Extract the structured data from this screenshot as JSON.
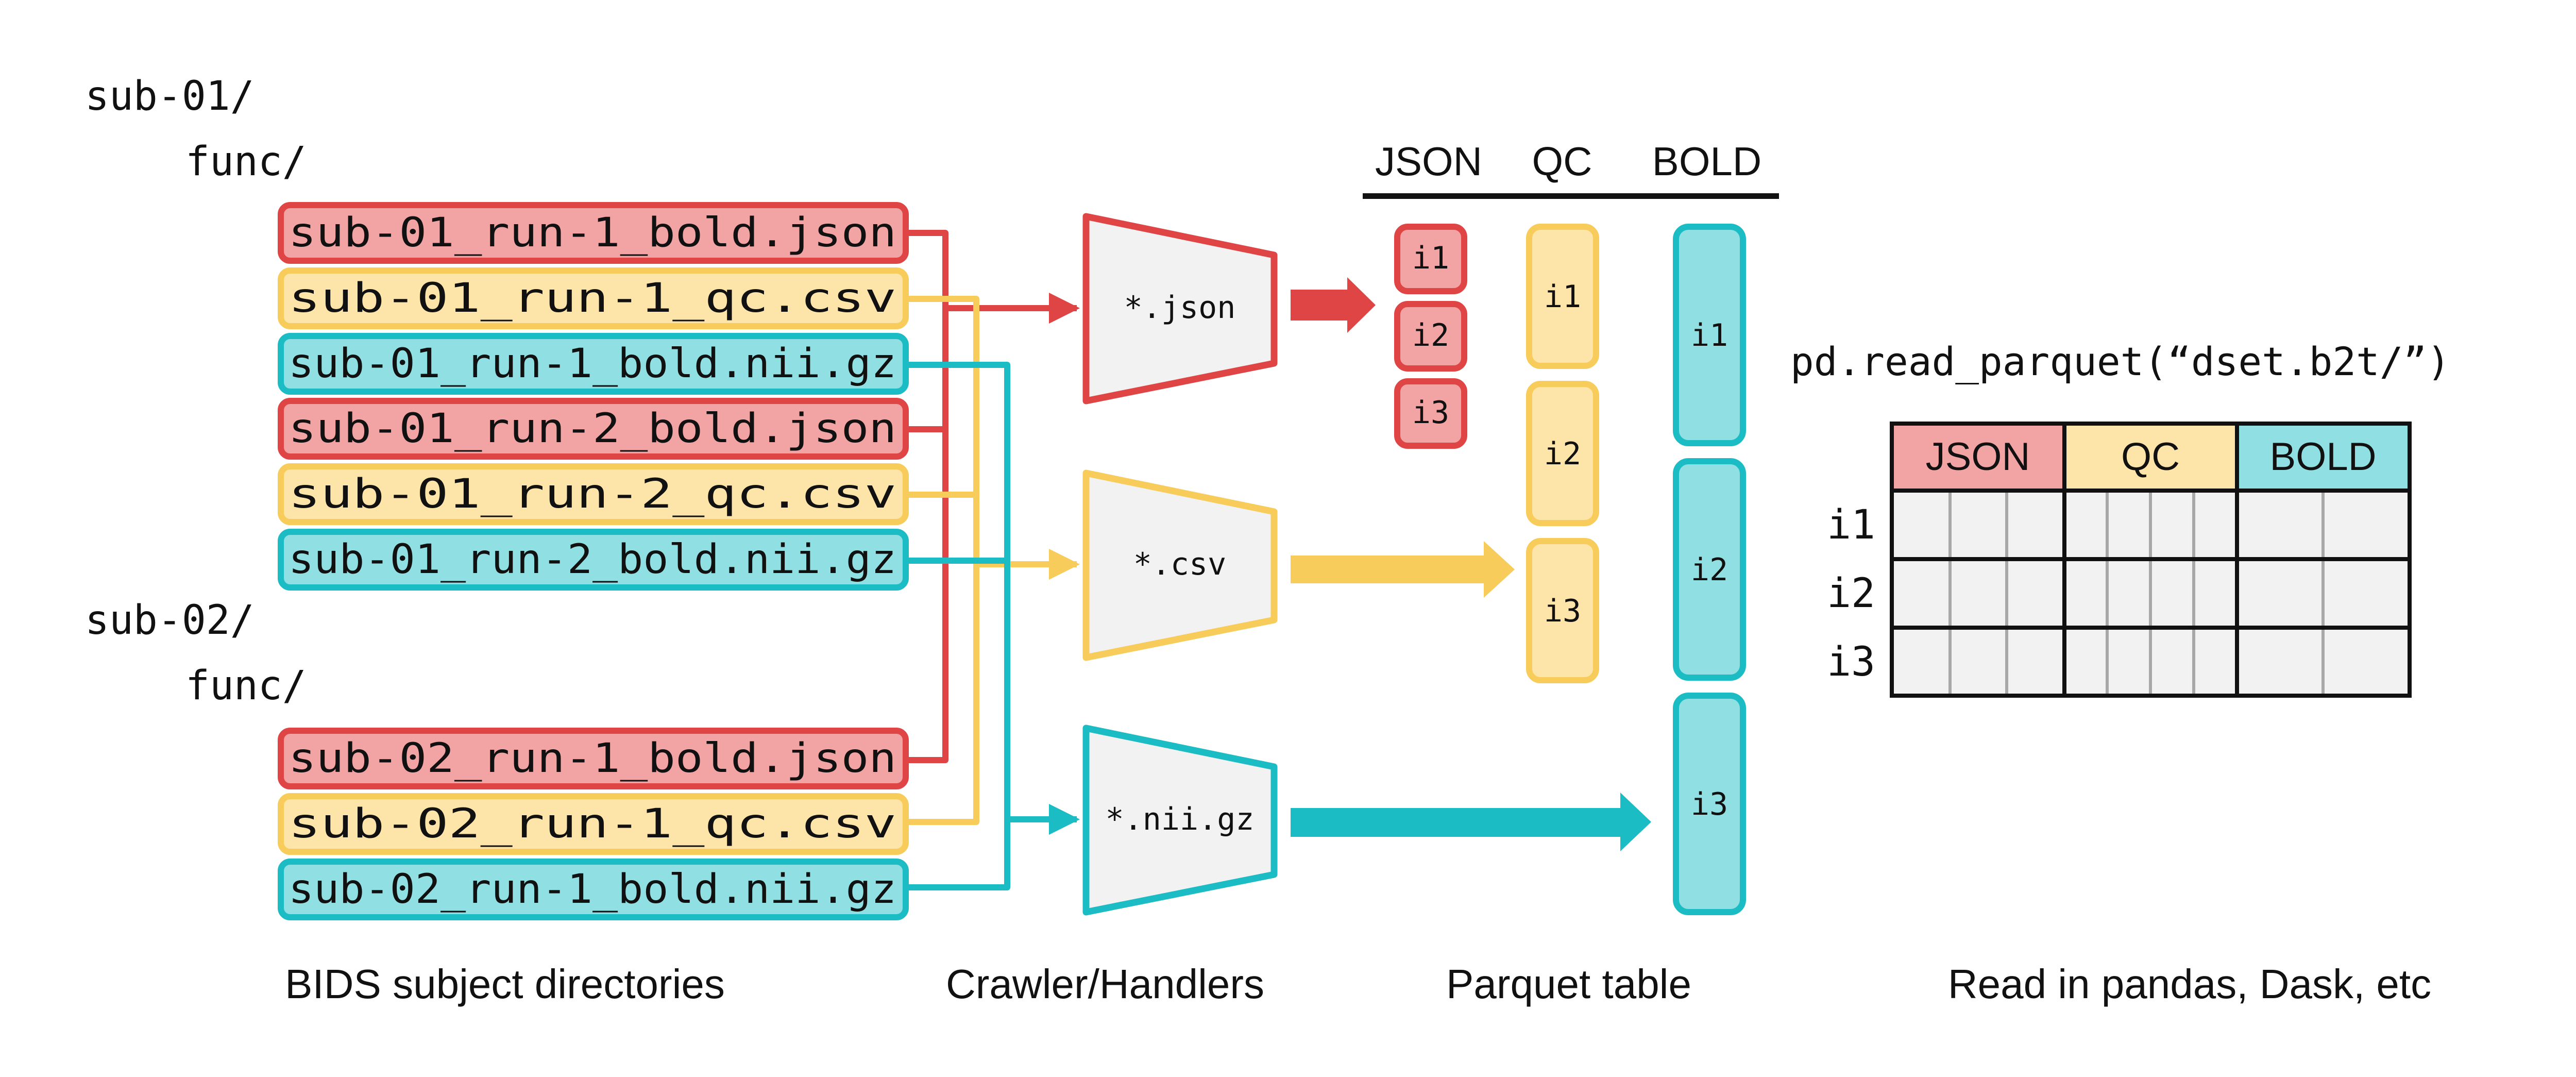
{
  "directories": {
    "sub01": "sub-01/",
    "sub01_func": "func/",
    "sub02": "sub-02/",
    "sub02_func": "func/"
  },
  "files": [
    {
      "name": "sub-01_run-1_bold.json",
      "kind": "json"
    },
    {
      "name": "sub-01_run-1_qc.csv",
      "kind": "csv"
    },
    {
      "name": "sub-01_run-1_bold.nii.gz",
      "kind": "nii"
    },
    {
      "name": "sub-01_run-2_bold.json",
      "kind": "json"
    },
    {
      "name": "sub-01_run-2_qc.csv",
      "kind": "csv"
    },
    {
      "name": "sub-01_run-2_bold.nii.gz",
      "kind": "nii"
    },
    {
      "name": "sub-02_run-1_bold.json",
      "kind": "json"
    },
    {
      "name": "sub-02_run-1_qc.csv",
      "kind": "csv"
    },
    {
      "name": "sub-02_run-1_bold.nii.gz",
      "kind": "nii"
    }
  ],
  "handlers": {
    "json": "*.json",
    "csv": "*.csv",
    "nii": "*.nii.gz"
  },
  "parquet": {
    "headers": {
      "json": "JSON",
      "qc": "QC",
      "bold": "BOLD"
    },
    "rows": [
      "i1",
      "i2",
      "i3"
    ]
  },
  "pandas": {
    "code": "pd.read_parquet(“dset.b2t/”)",
    "headers": {
      "json": "JSON",
      "qc": "QC",
      "bold": "BOLD"
    },
    "rows": [
      "i1",
      "i2",
      "i3"
    ]
  },
  "captions": {
    "bids": "BIDS subject directories",
    "crawler": "Crawler/Handlers",
    "parquet": "Parquet table",
    "read": "Read in pandas, Dask, etc"
  },
  "colors": {
    "json_stroke": "#e04545",
    "json_fill": "#f2a3a3",
    "csv_stroke": "#f8cc5a",
    "csv_fill": "#fde4a8",
    "nii_stroke": "#1cbcc4",
    "nii_fill": "#8fdfe3",
    "handler_fill": "#f2f2f3",
    "grid_fill": "#f2f2f3",
    "ink": "#111111"
  }
}
